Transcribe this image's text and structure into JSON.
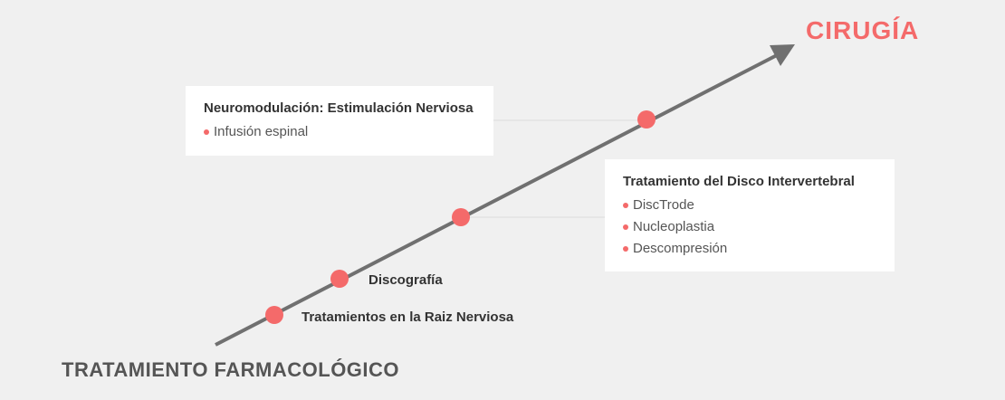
{
  "colors": {
    "accent": "#f46a6a",
    "arrow": "#707070",
    "connector": "#dddddd",
    "bottom_title": "#555555"
  },
  "titles": {
    "top": "CIRUGÍA",
    "bottom": "TRATAMIENTO FARMACOLÓGICO"
  },
  "cards": [
    {
      "title": "Neuromodulación: Estimulación Nerviosa",
      "items": [
        "Infusión espinal"
      ]
    },
    {
      "title": "Tratamiento del Disco Intervertebral",
      "items": [
        "DiscTrode",
        "Nucleoplastia",
        "Descompresión"
      ]
    }
  ],
  "milestones": [
    {
      "label": "Discografía"
    },
    {
      "label": "Tratamientos en la Raiz Nerviosa"
    }
  ]
}
